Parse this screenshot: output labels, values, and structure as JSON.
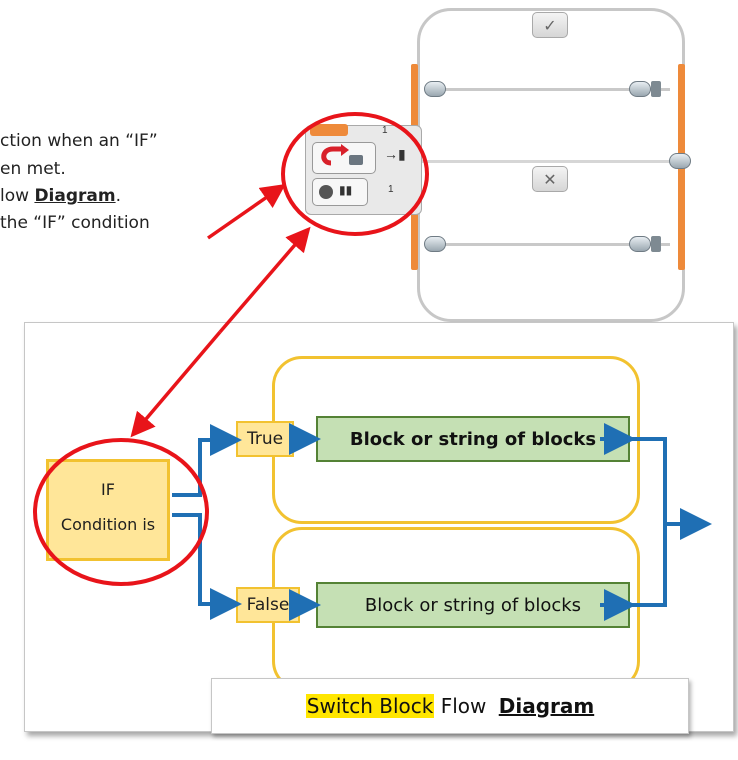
{
  "side_text": {
    "line1": "ction when an “IF”",
    "line2": "en met.",
    "line3_prefix": "low ",
    "line3_bold": "Diagram",
    "line3_suffix": ".",
    "line4": "the “IF” condition"
  },
  "switch_block": {
    "true_tab_icon": "✓",
    "false_tab_icon": "✕",
    "block_number_top": "1",
    "block_number_side": "1"
  },
  "diagram": {
    "if_line1": "IF",
    "if_line2": "Condition is",
    "true_label": "True",
    "false_label": "False",
    "true_block": "Block or string of blocks",
    "false_block": "Block or string of blocks"
  },
  "caption": {
    "highlight": "Switch Block",
    "middle": " Flow ",
    "bold": "Diagram"
  },
  "colors": {
    "orange": "#ee8a3a",
    "yellow_border": "#f2c230",
    "yellow_fill": "#ffe699",
    "green_fill": "#c5e0b4",
    "green_border": "#548235",
    "arrow_blue": "#1f6fb4",
    "circle_red": "#e8141a"
  }
}
